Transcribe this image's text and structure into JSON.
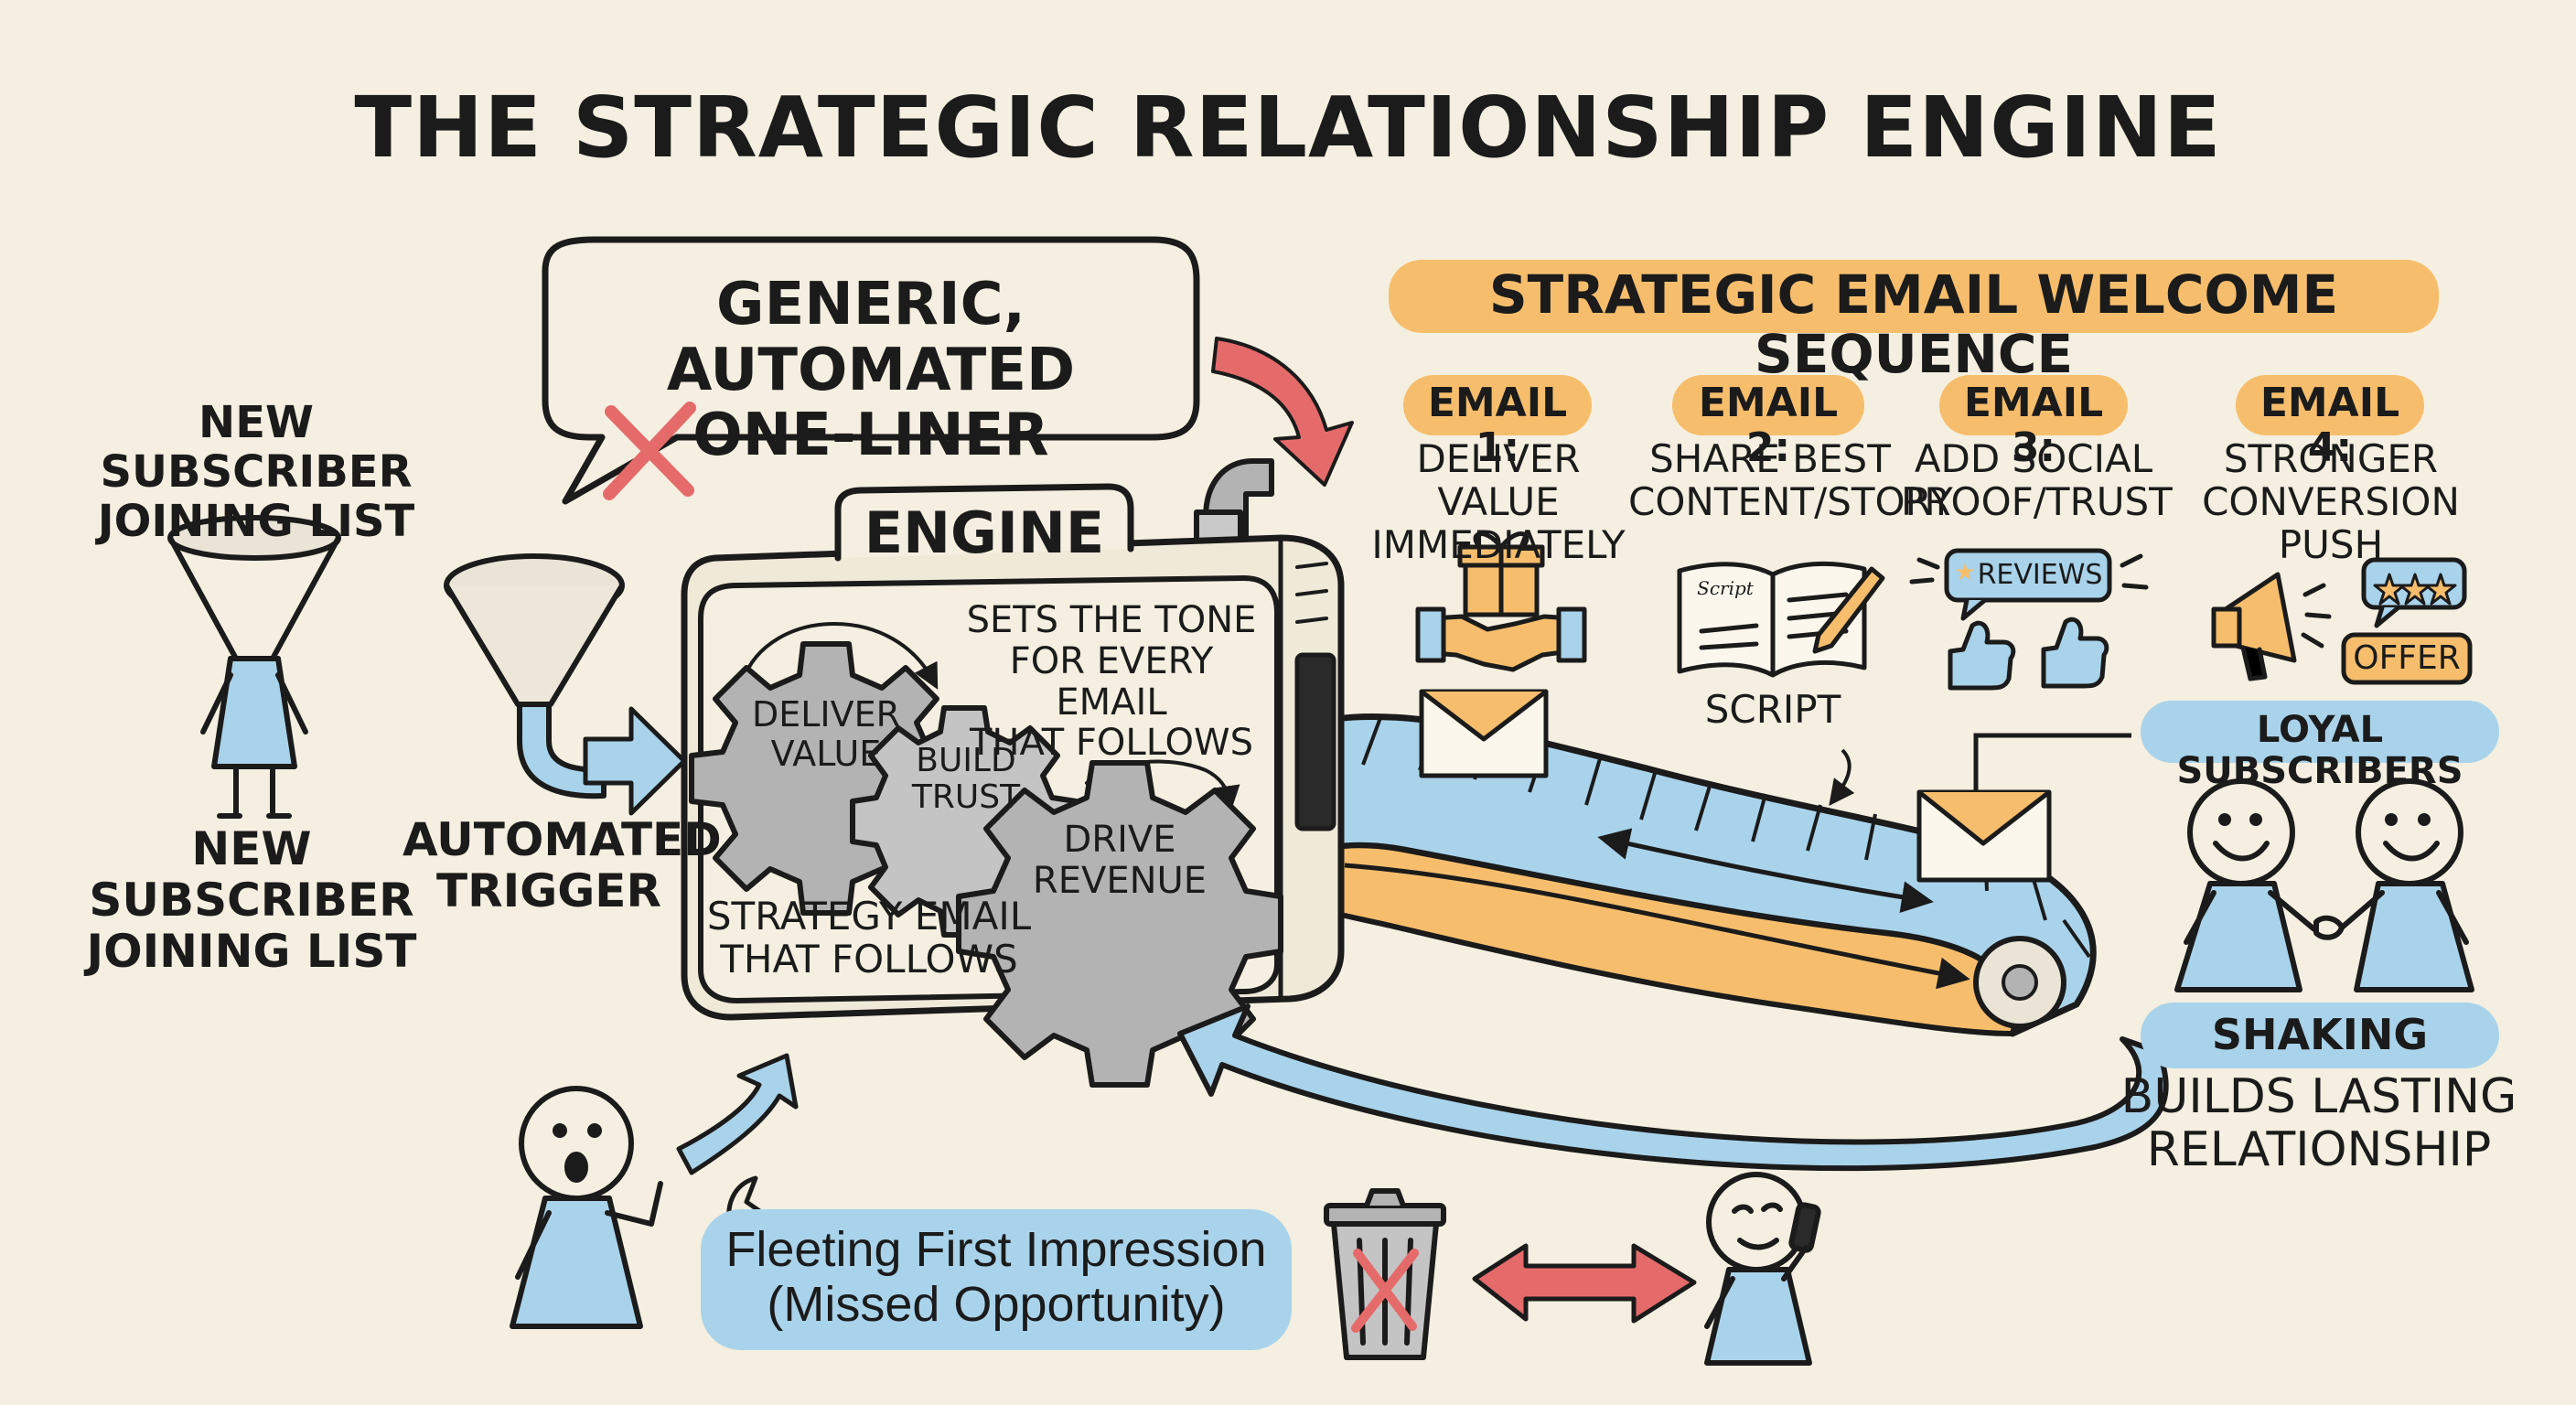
{
  "title": "THE STRATEGIC RELATIONSHIP ENGINE",
  "speech_bubble": "GENERIC, AUTOMATED\nONE-LINER",
  "left": {
    "top_label": "NEW SUBSCRIBER\nJOINING LIST",
    "bottom_label": "NEW\nSUBSCRIBER\nJOINING LIST",
    "trigger_label": "AUTOMATED\nTRIGGER"
  },
  "engine": {
    "label": "ENGINE",
    "tone_text": "SETS THE TONE\nFOR EVERY EMAIL\nTHAT FOLLOWS",
    "strategy_text": "STRATEGY EMAIL\nTHAT FOLLOWS",
    "gears": [
      "DELIVER\nVALUE",
      "BUILD\nTRUST",
      "DRIVE\nREVENUE"
    ]
  },
  "sequence": {
    "header": "STRATEGIC EMAIL WELCOME SEQUENCE",
    "emails": [
      {
        "tag": "EMAIL 1:",
        "desc": "DELIVER VALUE\nIMMEDIATELY",
        "icon": "gift-handshake-icon"
      },
      {
        "tag": "EMAIL 2:",
        "desc": "SHARE BEST\nCONTENT/STORY",
        "icon": "script-book-icon",
        "icon_word": "Script"
      },
      {
        "tag": "EMAIL 3:",
        "desc": "ADD SOCIAL\nPROOF/TRUST",
        "icon": "reviews-thumbs-icon",
        "icon_word": "REVIEWS"
      },
      {
        "tag": "EMAIL 4:",
        "desc": "STRONGER\nCONVERSION PUSH",
        "icon": "megaphone-offer-icon",
        "icon_word": "OFFER"
      }
    ],
    "script_label": "SCRIPT"
  },
  "right": {
    "loyal_label": "LOYAL SUBSCRIBERS",
    "shaking_label": "SHAKING",
    "relationship_label": "BUILDS LASTING\nRELATIONSHIP"
  },
  "bottom": {
    "impression_label": "Fleeting First Impression\n(Missed Opportunity)"
  },
  "colors": {
    "background": "#f4efe0",
    "accent_orange": "#f6be6c",
    "accent_blue": "#a9d3ea",
    "accent_red": "#e56b6b",
    "gear_gray": "#b3b3b3"
  }
}
